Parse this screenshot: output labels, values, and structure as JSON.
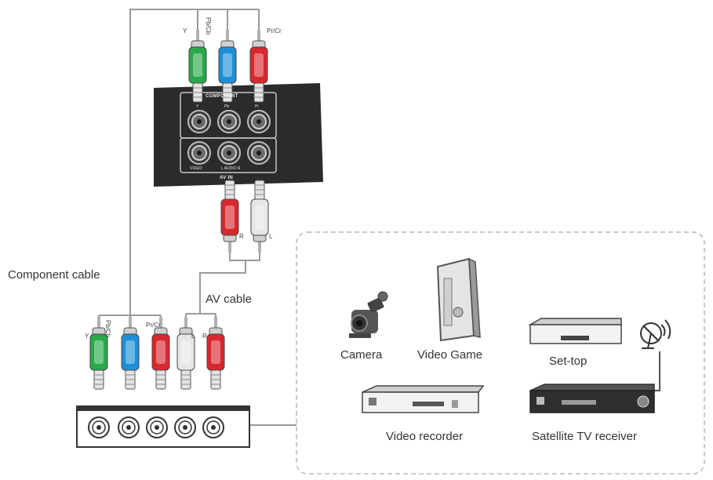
{
  "labels": {
    "component_cable": "Component cable",
    "av_cable": "AV cable",
    "camera": "Camera",
    "video_game": "Video Game",
    "set_top": "Set-top",
    "video_recorder": "Video recorder",
    "satellite_receiver": "Satellite TV receiver"
  },
  "tv_panel": {
    "component_title": "COMPONENT",
    "comp_y": "Y",
    "comp_pb": "Pb",
    "comp_pr": "Pr",
    "video": "VIDEO",
    "audio_l": "L  AUDIO  R",
    "av_in": "AV IN"
  },
  "plug_labels": {
    "top_y": "Y",
    "top_pb": "Pb/Cb",
    "top_pr": "Pr/Cr",
    "av_r": "R",
    "av_l": "L",
    "bottom_y": "Y",
    "bottom_pb": "Pb/Cb",
    "bottom_pr": "Pr/Cr",
    "bottom_l": "L",
    "bottom_r": "R"
  },
  "colors": {
    "green": "#2aa84a",
    "blue": "#1e8fd6",
    "red": "#d8282e",
    "white_plug": "#e6e6e6",
    "panel": "#2b2b2b",
    "cable": "#9a9a9a",
    "text": "#333333"
  }
}
